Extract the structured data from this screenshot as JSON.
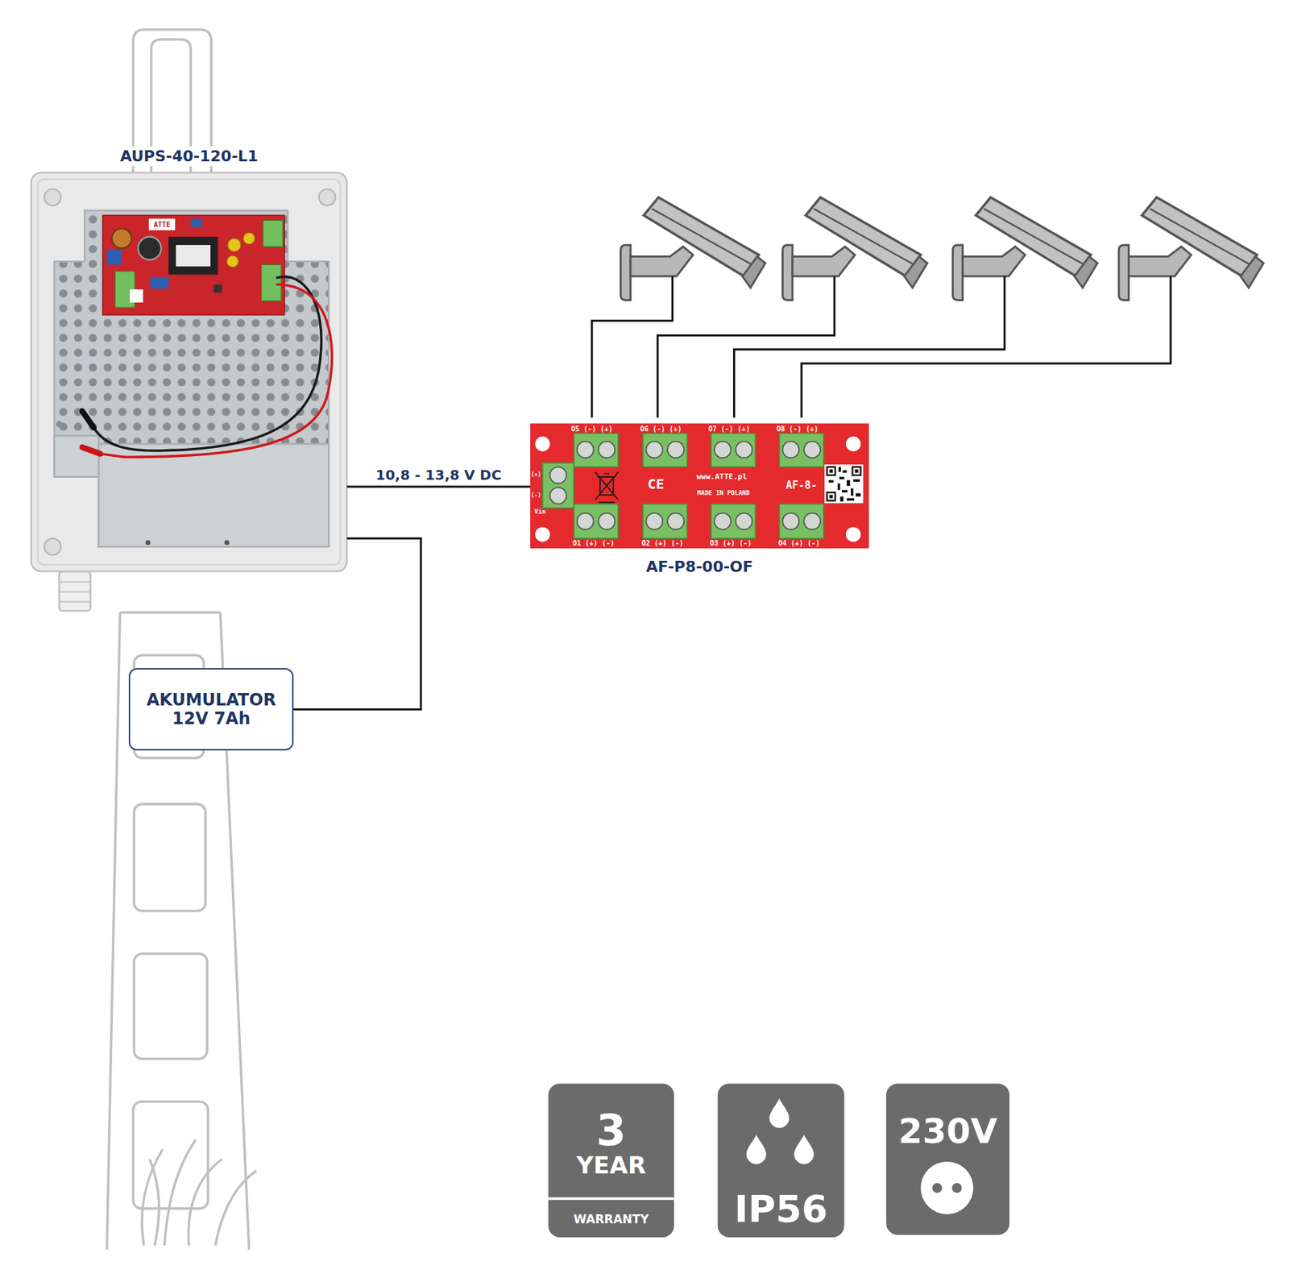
{
  "diagram": {
    "nodes": [
      {
        "text": [
          "AUPS-40-120-L1"
        ]
      },
      {
        "text": [
          "AF-P8-00-OF"
        ]
      },
      {
        "text": [
          "AKUMULATOR",
          "12V 7Ah"
        ]
      },
      {
        "text": [
          "3",
          "YEAR",
          "WARRANTY"
        ]
      },
      {
        "text": [
          "IP56"
        ]
      },
      {
        "text": [
          "230V"
        ]
      }
    ],
    "edges": [
      {
        "from": 0,
        "to": 1,
        "arrow": "none",
        "label": "10,8 - 13,8 V DC"
      },
      {
        "from": 0,
        "to": 2,
        "arrow": "none"
      }
    ],
    "labels": [
      "ATTE",
      "O5 (-) (+)",
      "O6 (-) (+)",
      "O7 (-) (+)",
      "O8 (-) (+)",
      "(+)",
      "(-)",
      "CE",
      "www.ATTE.pl",
      "MADE IN POLAND",
      "AF-8-",
      "Vin",
      "O1 (+) (-)",
      "O2 (+) (-)",
      "O3 (+) (-)",
      "O4 (+) (-)"
    ]
  }
}
